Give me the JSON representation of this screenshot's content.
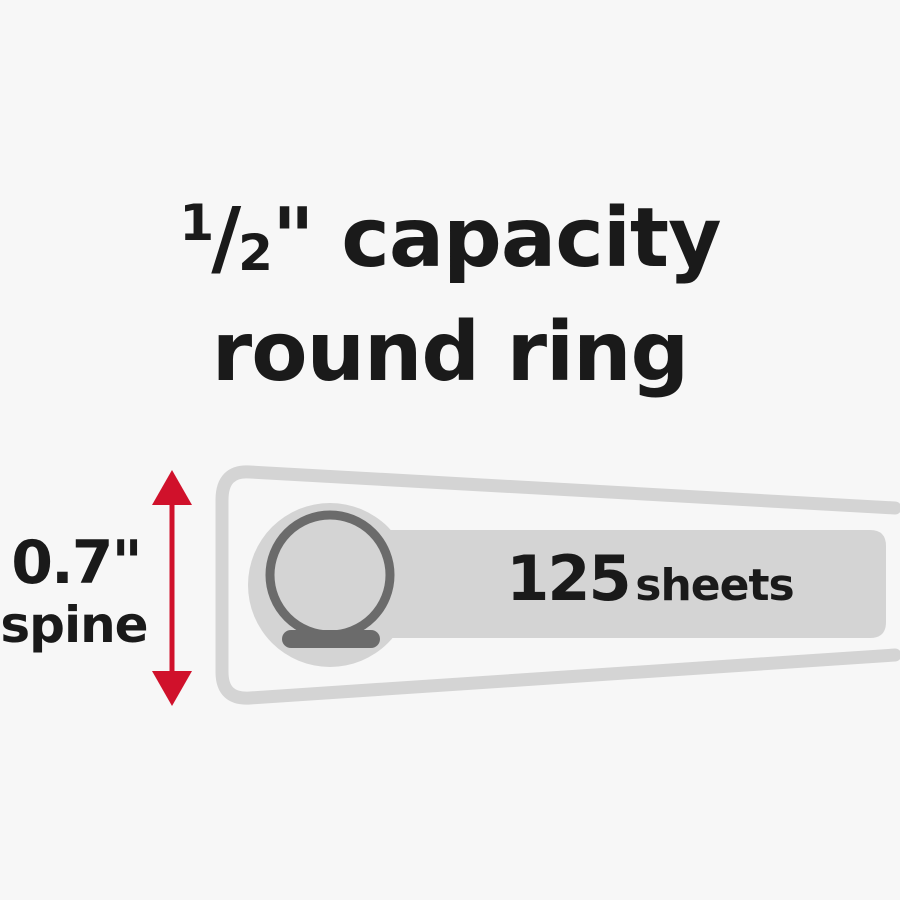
{
  "headline": {
    "fraction_numerator": "1",
    "fraction_slash": "/",
    "fraction_denominator": "2",
    "line1_rest": "\" capacity",
    "line2": "round ring"
  },
  "spine": {
    "measure": "0.7\"",
    "label": "spine"
  },
  "sheets": {
    "count": "125",
    "unit": "sheets"
  },
  "colors": {
    "arrow": "#d0112b",
    "binder_outline": "#d4d4d4",
    "ring": "#6b6b6b",
    "text": "#1a1a1a",
    "background": "#f7f7f7"
  },
  "icons": [
    "double-arrow-icon",
    "binder-diagram-icon",
    "round-ring-icon"
  ]
}
